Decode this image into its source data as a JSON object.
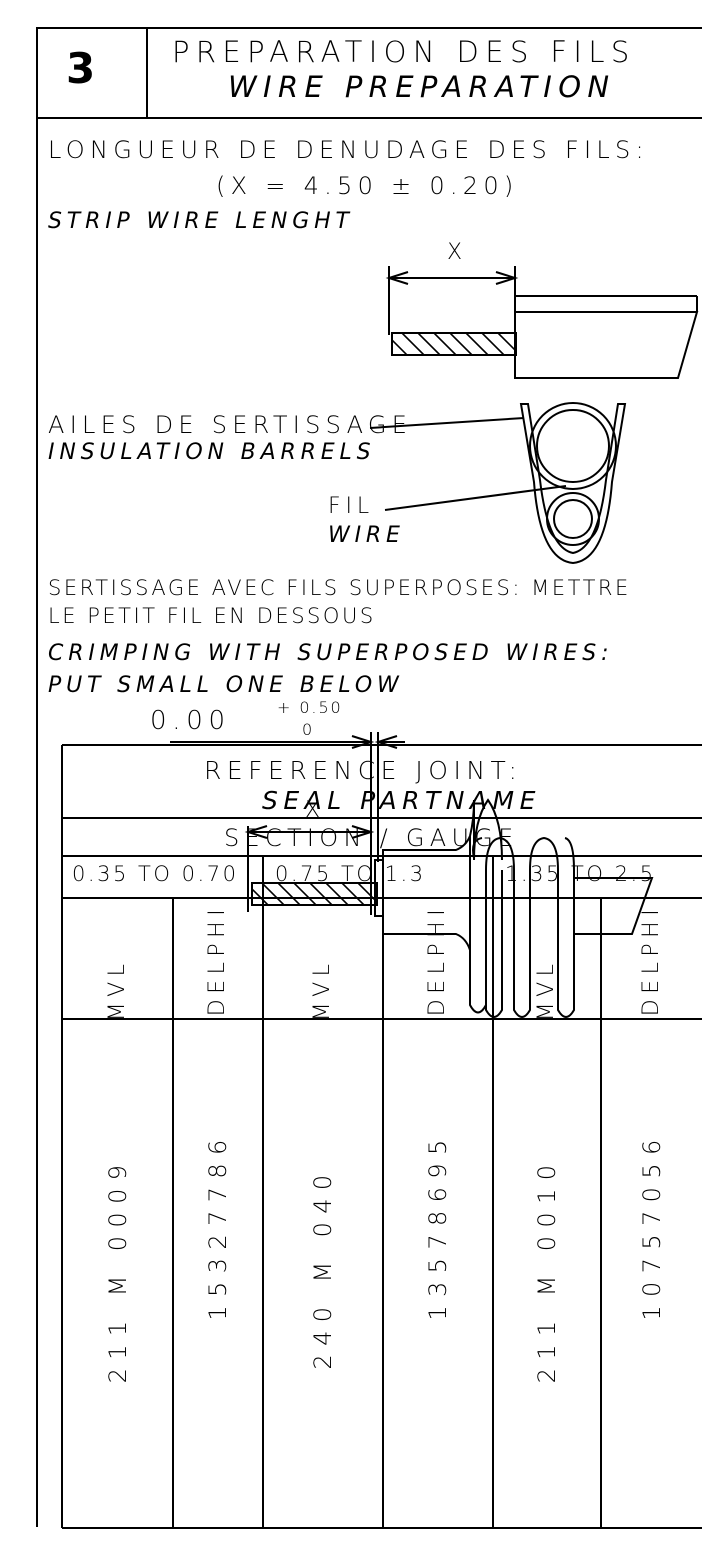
{
  "header": {
    "step_number": "3",
    "title_fr": "PREPARATION DES FILS",
    "title_en": "WIRE PREPARATION"
  },
  "strip_section": {
    "label_fr": "LONGUEUR DE DENUDAGE DES FILS:",
    "tolerance": "(X = 4.50 ± 0.20)",
    "label_en": "STRIP WIRE LENGHT",
    "dim_label": "X"
  },
  "barrel_section": {
    "wings_fr": "AILES DE SERTISSAGE",
    "wings_en": "INSULATION BARRELS",
    "wire_fr": "FIL",
    "wire_en": "WIRE"
  },
  "crimp_notes": {
    "fr_line1": "SERTISSAGE AVEC FILS SUPERPOSES: METTRE",
    "fr_line2": "LE PETIT FIL EN DESSOUS",
    "en_line1": "CRIMPING WITH SUPERPOSED WIRES:",
    "en_line2": "PUT SMALL ONE BELOW"
  },
  "seal_dims": {
    "nominal": "0.00",
    "upper_tol": "+ 0.50",
    "lower_tol": "0",
    "dim_label": "X"
  },
  "table": {
    "title_fr": "REFERENCE JOINT:",
    "title_en": "SEAL PARTNAME",
    "gauge_header": "SECTION / GAUGE",
    "gauges": [
      "0.35 TO 0.70",
      "0.75 TO 1.3",
      "1.35 TO 2.5"
    ],
    "col_headers": [
      "MVL",
      "DELPHI",
      "MVL",
      "DELPHI",
      "MVL",
      "DELPHI"
    ],
    "part_numbers": [
      "211 M 0009",
      "15327786",
      "240 M 040",
      "13578695",
      "211 M 0010",
      "10757056"
    ]
  }
}
